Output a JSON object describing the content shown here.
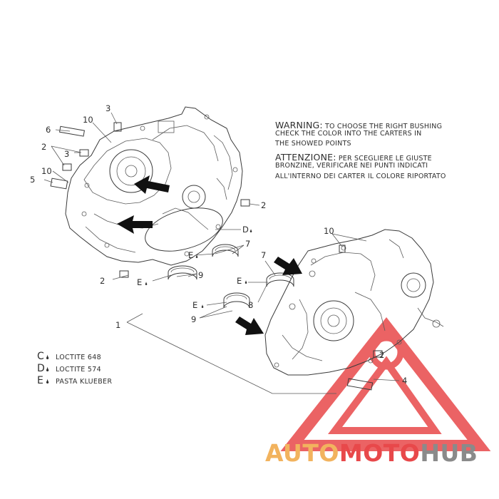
{
  "warning": {
    "title_en": "WARNING:",
    "rest_en_1": " TO CHOOSE THE RIGHT BUSHING",
    "line_en_2": "CHECK THE COLOR INTO THE CARTERS IN",
    "line_en_3": "THE SHOWED POINTS",
    "title_it": "ATTENZIONE:",
    "rest_it_1": " PER SCEGLIERE LE GIUSTE",
    "line_it_2": "BRONZINE, VERIFICARE NEI PUNTI INDICATI",
    "line_it_3": "ALL'INTERNO DEI CARTER IL COLORE RIPORTATO"
  },
  "legend": [
    {
      "letter": "C",
      "drop": "🌢",
      "text": "LOCTITE 648"
    },
    {
      "letter": "D",
      "drop": "🌢",
      "text": "LOCTITE 574"
    },
    {
      "letter": "E",
      "drop": "🌢",
      "text": "PASTA KLUEBER"
    }
  ],
  "callouts": {
    "n1": "1",
    "n2a": "2",
    "n2b": "2",
    "n2c": "2",
    "n2d": "2",
    "n3a": "3",
    "n3b": "3",
    "n4": "4",
    "n5": "5",
    "n6": "6",
    "n7a": "7",
    "n7b": "7",
    "n8": "8",
    "n9a": "9",
    "n9b": "9",
    "n10a": "10",
    "n10b": "10",
    "n10c": "10",
    "d": "D",
    "e1": "E",
    "e2": "E",
    "e3": "E",
    "e4": "E",
    "drop": "🌢"
  },
  "watermark": {
    "part1": "AUTO",
    "part2": "MOTO",
    "part3": "HUB",
    "color_orange": "#f2b35e",
    "color_red": "#e8484a",
    "color_grey": "#8a8a8a"
  }
}
